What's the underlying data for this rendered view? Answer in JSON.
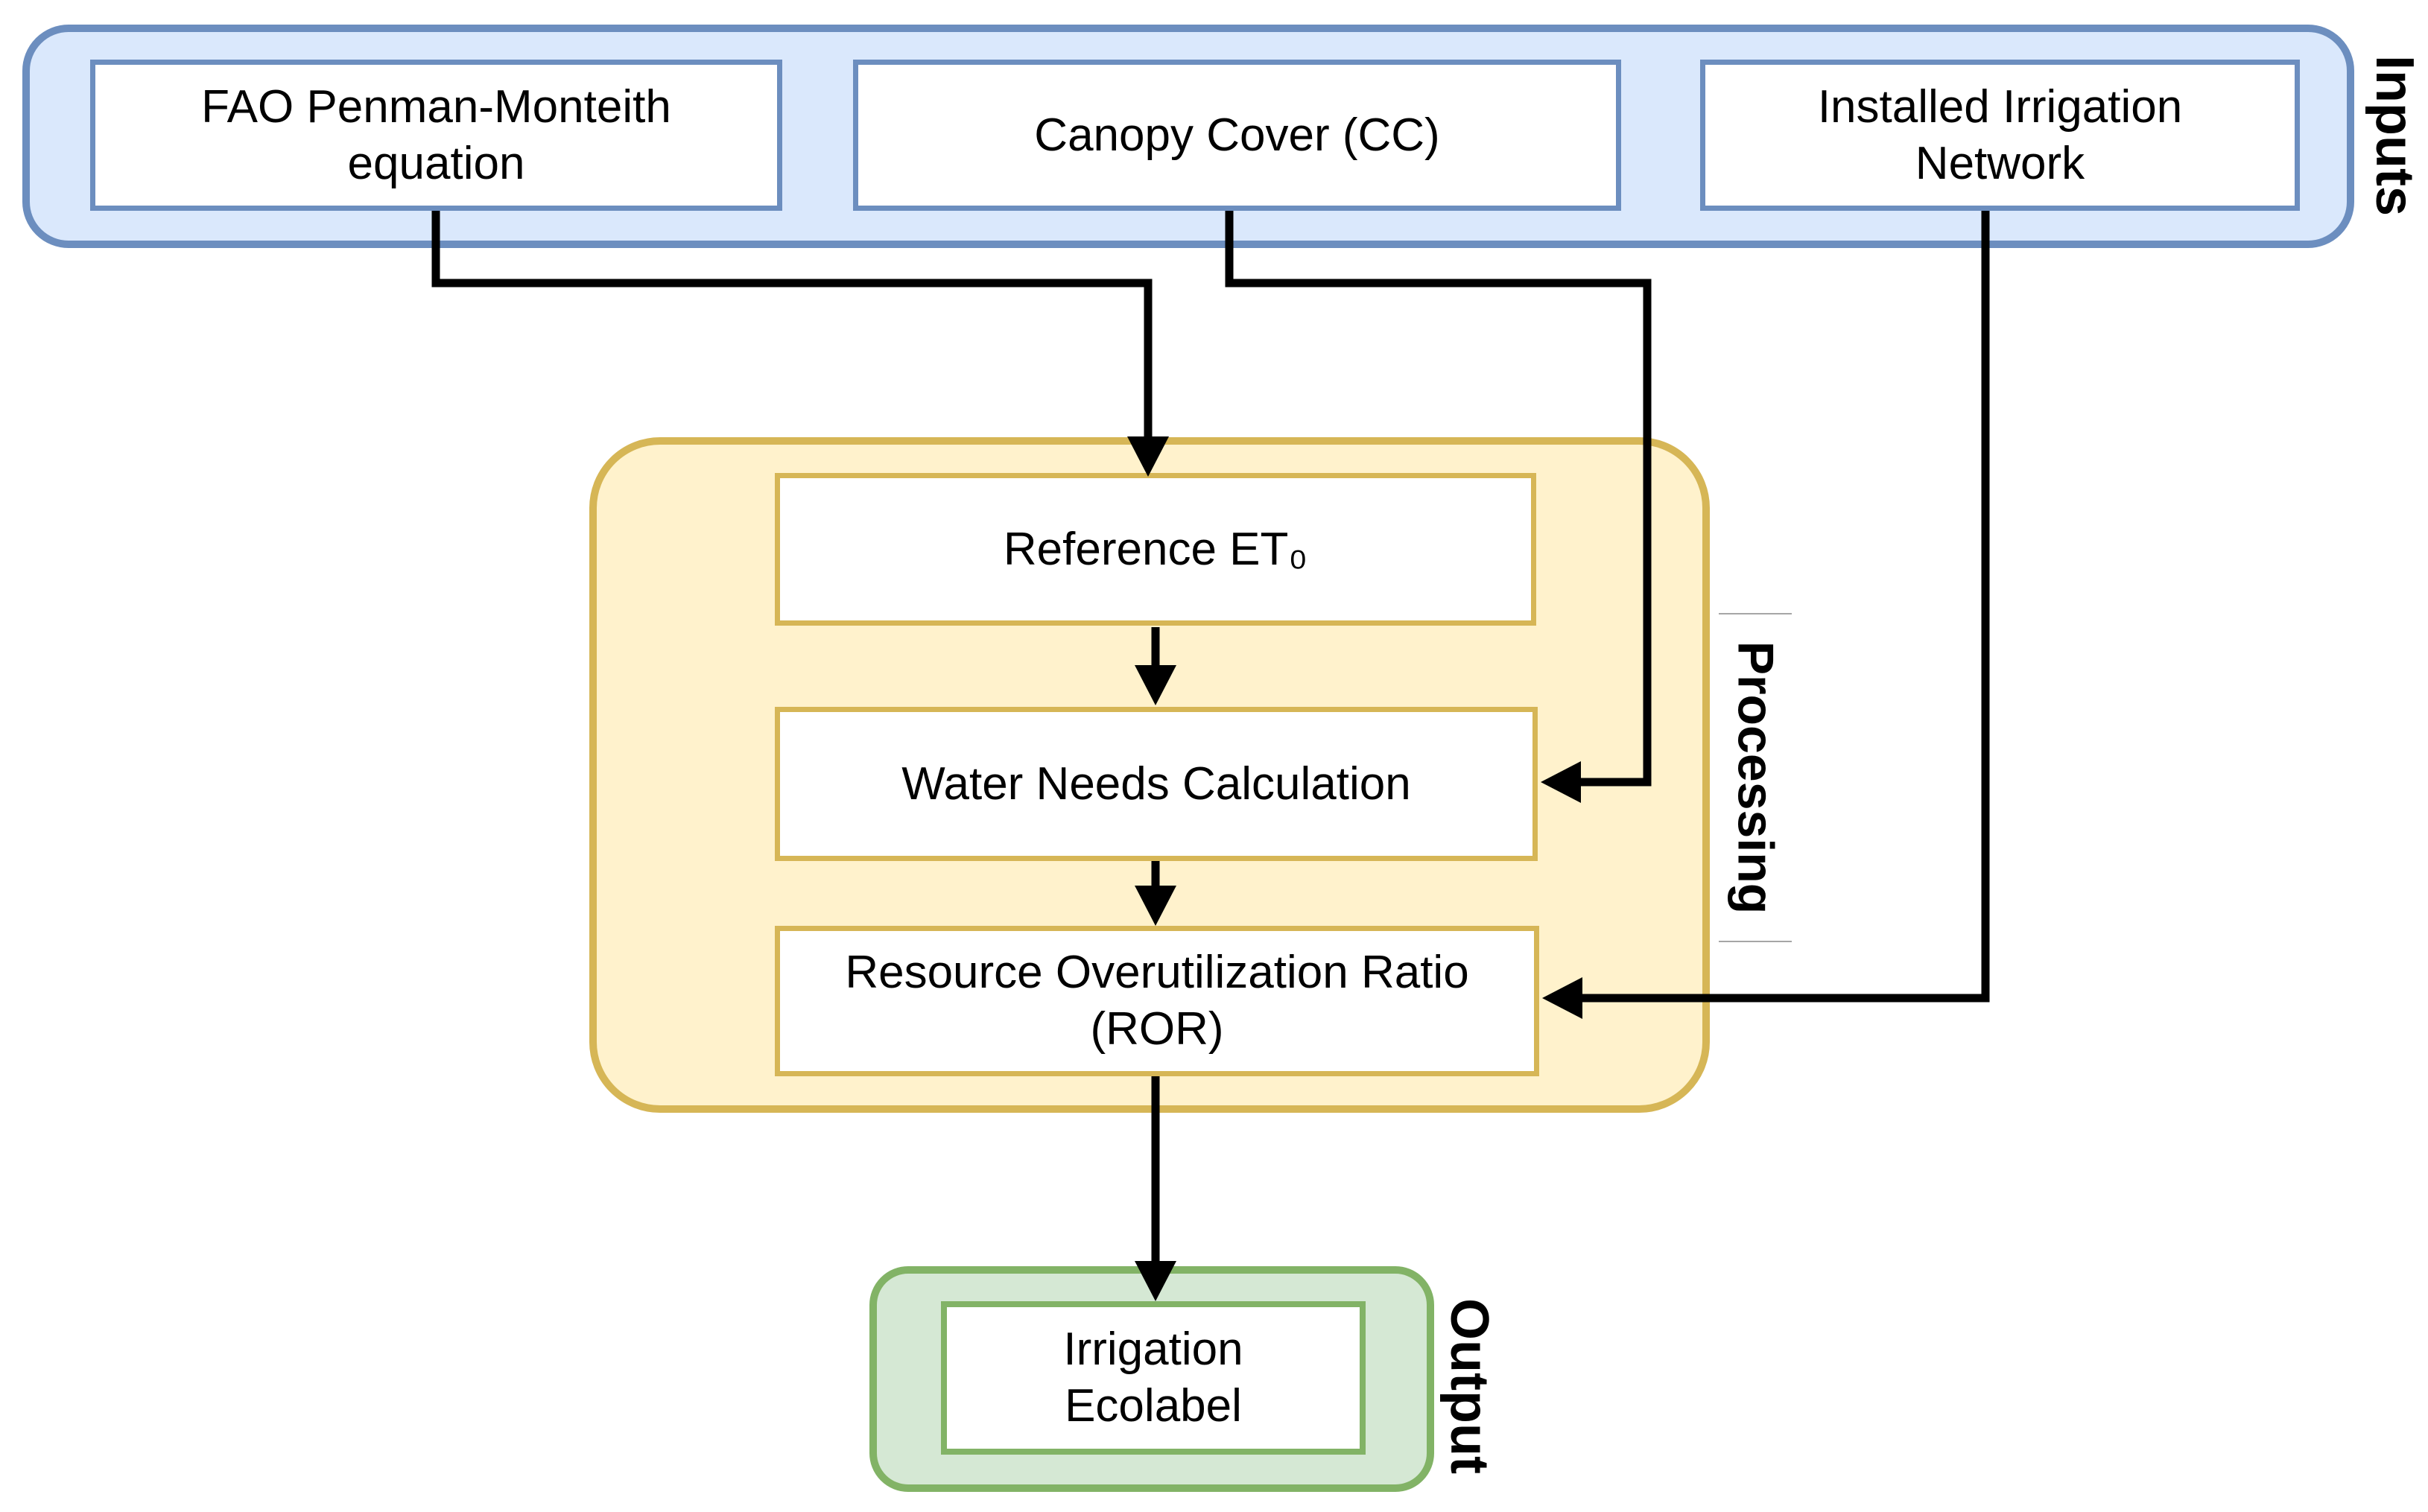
{
  "sections": {
    "inputs": {
      "label": "Inputs",
      "boxes": {
        "fao": {
          "line1": "FAO Penman-Monteith",
          "line2": "equation"
        },
        "canopy": {
          "line1": "Canopy Cover (CC)"
        },
        "network": {
          "line1": "Installed Irrigation",
          "line2": "Network"
        }
      }
    },
    "processing": {
      "label": "Processing",
      "boxes": {
        "et0": {
          "line1": "Reference ET₀"
        },
        "water": {
          "line1": "Water Needs Calculation"
        },
        "ror": {
          "line1": "Resource Overutilization Ratio",
          "line2": "(ROR)"
        }
      }
    },
    "output": {
      "label": "Output",
      "boxes": {
        "ecolabel": {
          "line1": "Irrigation",
          "line2": "Ecolabel"
        }
      }
    }
  },
  "edges": [
    {
      "from": "FAO Penman-Monteith equation",
      "to": "Reference ET₀"
    },
    {
      "from": "Canopy Cover (CC)",
      "to": "Water Needs Calculation"
    },
    {
      "from": "Installed Irrigation Network",
      "to": "Resource Overutilization Ratio (ROR)"
    },
    {
      "from": "Reference ET₀",
      "to": "Water Needs Calculation"
    },
    {
      "from": "Water Needs Calculation",
      "to": "Resource Overutilization Ratio (ROR)"
    },
    {
      "from": "Resource Overutilization Ratio (ROR)",
      "to": "Irrigation Ecolabel"
    }
  ],
  "colors": {
    "inputs_fill": "#dae8fc",
    "inputs_border": "#6c8ebf",
    "processing_fill": "#fff2cc",
    "processing_border": "#d6b656",
    "output_fill": "#d5e8d4",
    "output_border": "#82b366",
    "node_fill": "#ffffff",
    "arrow": "#000000",
    "text": "#000000"
  }
}
